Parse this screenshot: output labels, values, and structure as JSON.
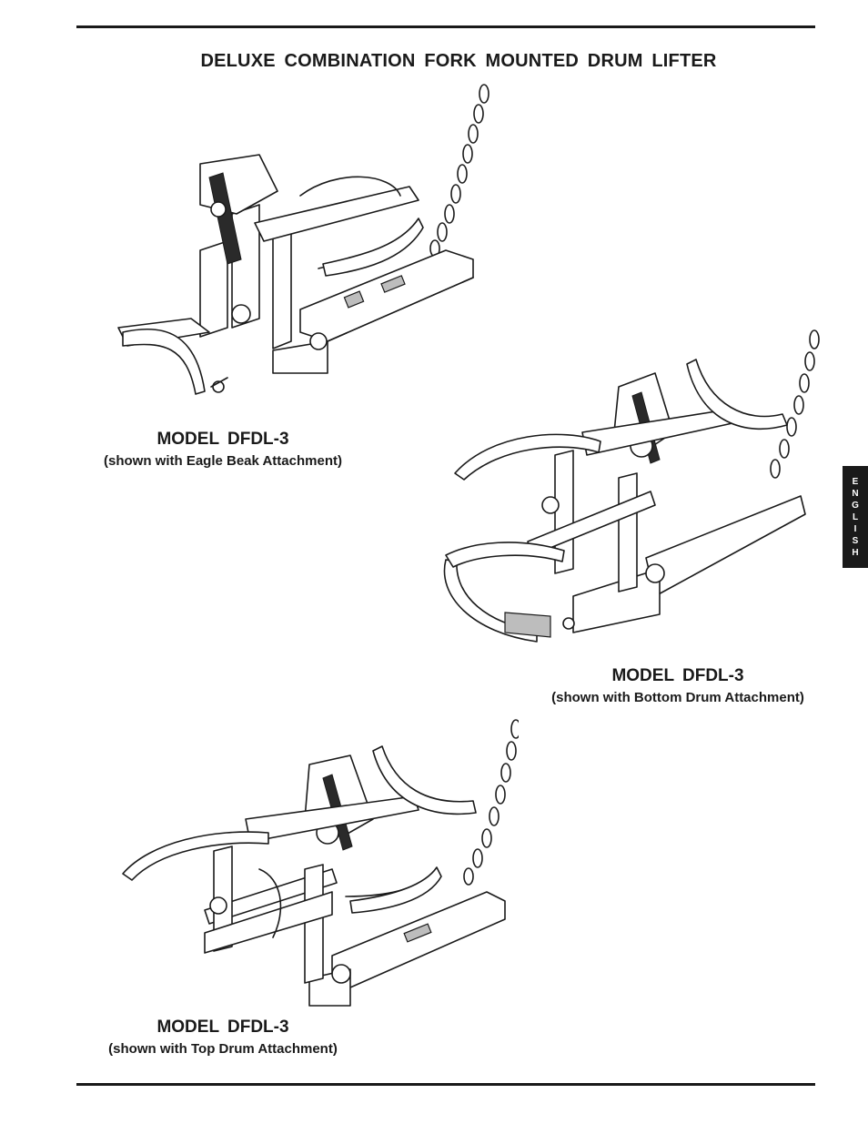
{
  "title": "DELUXE COMBINATION FORK MOUNTED DRUM LIFTER",
  "side_tab": [
    "E",
    "N",
    "G",
    "L",
    "I",
    "S",
    "H"
  ],
  "figures": [
    {
      "model": "MODEL DFDL-3",
      "note": "(shown with Eagle Beak Attachment)"
    },
    {
      "model": "MODEL DFDL-3",
      "note": "(shown with Bottom Drum Attachment)"
    },
    {
      "model": "MODEL DFDL-3",
      "note": "(shown with Top Drum Attachment)"
    }
  ]
}
